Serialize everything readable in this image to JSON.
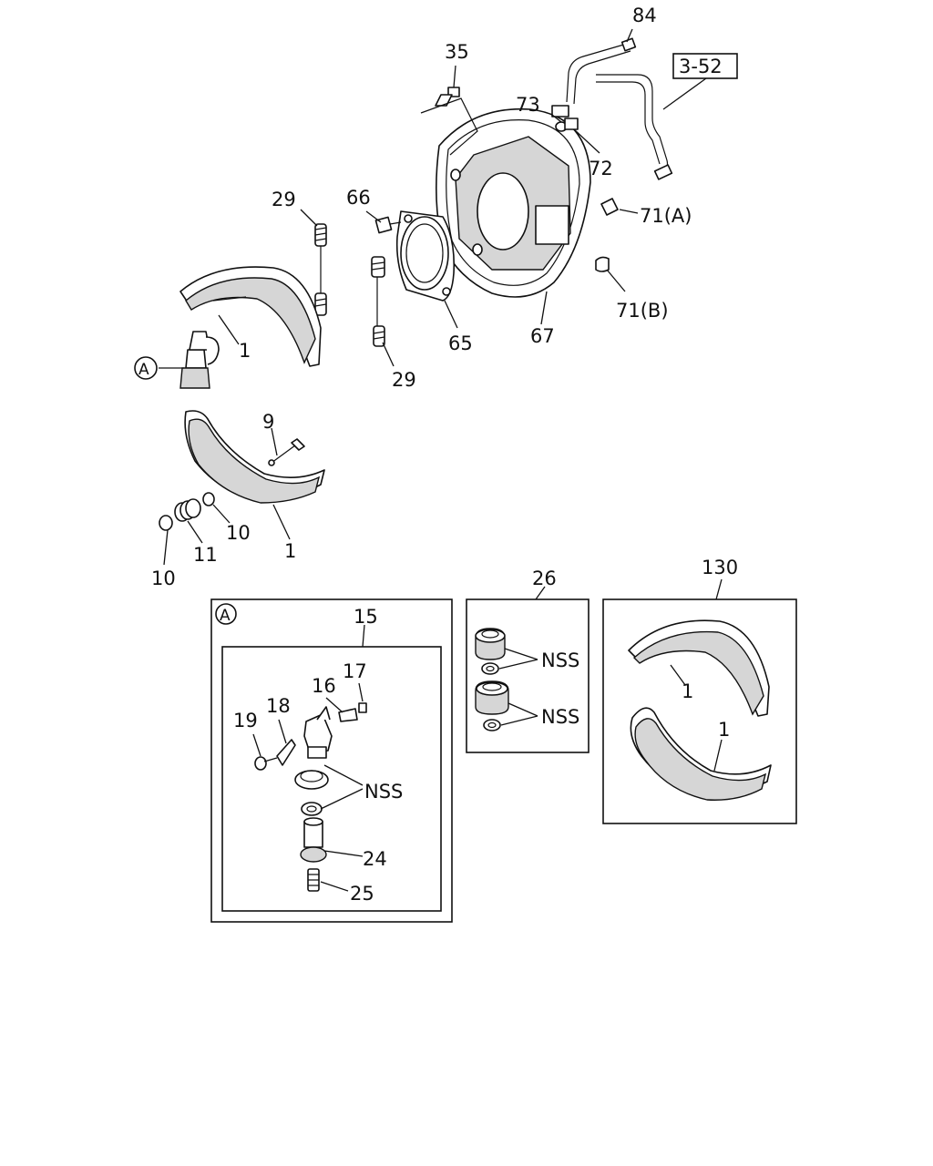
{
  "labels": {
    "l84": "84",
    "l3_52": "3-52",
    "l35": "35",
    "l73": "73",
    "l72": "72",
    "l71a": "71(A)",
    "l71b": "71(B)",
    "l66": "66",
    "l29_top": "29",
    "l29_bottom": "29",
    "l65": "65",
    "l67": "67",
    "l1_upper": "1",
    "l9": "9",
    "l1_lower": "1",
    "l10_right": "10",
    "l11": "11",
    "l10_left": "10",
    "callout_a_top": "A",
    "inset_a_marker": "A",
    "l15": "15",
    "l16": "16",
    "l17": "17",
    "l18": "18",
    "l19": "19",
    "nss_a": "NSS",
    "l24": "24",
    "l25": "25",
    "l26": "26",
    "nss_26_top": "NSS",
    "nss_26_bottom": "NSS",
    "l130": "130",
    "l1_kit_top": "1",
    "l1_kit_bottom": "1"
  },
  "colors": {
    "line": "#111111",
    "shade": "#d6d6d6",
    "background": "#ffffff"
  }
}
